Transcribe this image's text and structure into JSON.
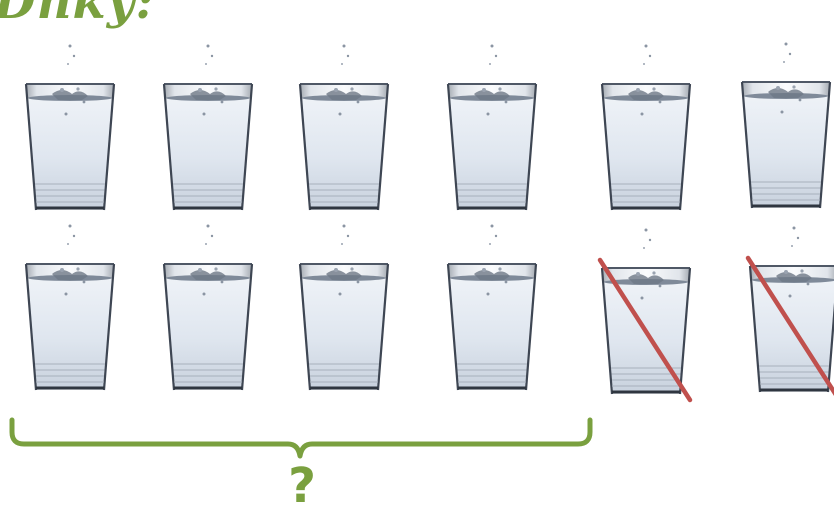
{
  "title": "Dnky:",
  "question_mark": "?",
  "colors": {
    "accent_green": "#7aa03f",
    "strike_red": "#c0504d"
  },
  "glasses": [
    {
      "row": 1,
      "position": 1,
      "crossed_out": false
    },
    {
      "row": 1,
      "position": 2,
      "crossed_out": false
    },
    {
      "row": 1,
      "position": 3,
      "crossed_out": false
    },
    {
      "row": 1,
      "position": 4,
      "crossed_out": false
    },
    {
      "row": 1,
      "position": 5,
      "crossed_out": false
    },
    {
      "row": 1,
      "position": 6,
      "crossed_out": false
    },
    {
      "row": 2,
      "position": 1,
      "crossed_out": false
    },
    {
      "row": 2,
      "position": 2,
      "crossed_out": false
    },
    {
      "row": 2,
      "position": 3,
      "crossed_out": false
    },
    {
      "row": 2,
      "position": 4,
      "crossed_out": false
    },
    {
      "row": 2,
      "position": 5,
      "crossed_out": true
    },
    {
      "row": 2,
      "position": 6,
      "crossed_out": true
    }
  ]
}
